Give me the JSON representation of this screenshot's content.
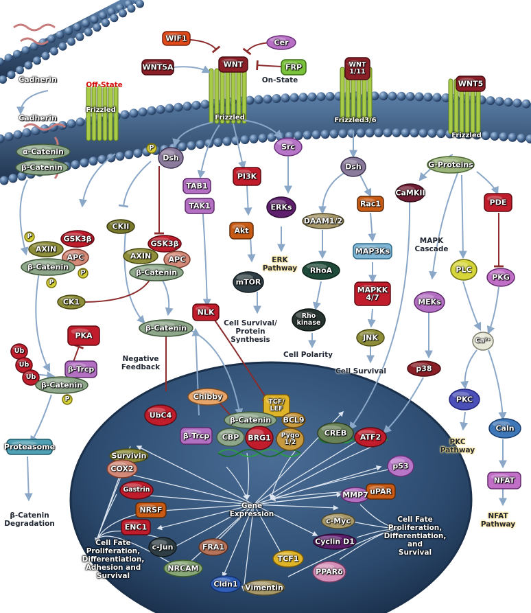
{
  "diagram": {
    "proteins": {
      "wif1": "WIF1",
      "cer": "Cer",
      "wnt5a": "WNT5A",
      "wnt": "WNT",
      "frp": "FRP",
      "wnt1_11": "WNT\n1/11",
      "wnt5": "WNT5",
      "dsh_left": "Dsh",
      "dsh_right": "Dsh",
      "p_dsh": "P",
      "alpha_catenin": "α-Catenin",
      "beta_catenin_membrane": "β-Catenin",
      "cadherin_top": "Cadherin",
      "cadherin_mid": "Cadherin",
      "src": "Src",
      "g_proteins": "G-Proteins",
      "tab1": "TAB1",
      "tak1": "TAK1",
      "pi3k": "PI3K",
      "erks": "ERKs",
      "camkii": "CaMKII",
      "pde": "PDE",
      "ckii": "CKII",
      "gsk3b_left": "GSK3β",
      "axin_left": "AXIN",
      "apc_left": "APC",
      "p1": "P",
      "p2": "P",
      "p3": "P",
      "beta_catenin_left": "β-Catenin",
      "gsk3b_mid": "GSK3β",
      "axin_mid": "AXIN",
      "apc_mid": "APC",
      "beta_catenin_mid": "β-Catenin",
      "akt": "Akt",
      "daam": "DAAM1/2",
      "rac1": "Rac1",
      "map3ks": "MAP3Ks",
      "mapkk": "MAPKK\n4/7",
      "rhoa": "RhoA",
      "rho_kinase": "Rho\nkinase",
      "jnk": "JNK",
      "mtor": "mTOR",
      "ck1": "CK1",
      "nlk": "NLK",
      "beta_catenin_free": "β-Catenin",
      "pka": "PKA",
      "ub1": "Ub",
      "ub2": "Ub",
      "ub3": "Ub",
      "btrcp_left": "β-Trcp",
      "beta_catenin_deg": "β-Catenin",
      "p_deg": "P",
      "proteasome": "Proteasome",
      "meks": "MEKs",
      "p38": "p38",
      "plc": "PLC",
      "pkg": "PKG",
      "ca2": "Ca²⁺",
      "pkc": "PKC",
      "caln": "Caln",
      "nfat": "NFAT",
      "chibby": "Chibby",
      "tcf_lef": "TCF/\nLEF",
      "beta_catenin_nuc": "β-Catenin",
      "bcl9": "BCL9",
      "ubc4": "UbC4",
      "btrcp_nuc": "β-Trcp",
      "cbp": "CBP",
      "brg1": "BRG1",
      "pygo": "Pygo\n1/2",
      "creb": "CREB",
      "atf2": "ATF2",
      "p53": "p53",
      "survivin": "Survivin",
      "cox2": "COX2",
      "gastrin": "Gastrin",
      "nrsf": "NRSF",
      "enc1": "ENC1",
      "cjun": "c-Jun",
      "nrcam": "NRCAM",
      "fra1": "FRA1",
      "cldn1": "Cldn1",
      "vimentin": "Vimentin",
      "tcf1": "TCF1",
      "ppard": "PPARδ",
      "cyclin_d1": "Cyclin D1",
      "cmyc": "c-Myc",
      "mmp7": "MMP7",
      "upar": "uPAR"
    },
    "labels": {
      "off_state": "Off-State",
      "on_state": "On-State",
      "frizzled_left": "Frizzled",
      "frizzled_center": "Frizzled",
      "frizzled_36": "Frizzled3/6",
      "frizzled_right": "Frizzled",
      "erk_pathway": "ERK\nPathway",
      "cell_survival_protein": "Cell Survival/\nProtein\nSynthesis",
      "cell_polarity": "Cell Polarity",
      "cell_survival": "Cell Survival",
      "mapk_cascade": "MAPK\nCascade",
      "negative_feedback": "Negative\nFeedback",
      "degradation": "β-Catenin\nDegradation",
      "gene_expression": "Gene\nExpression",
      "cell_fate_left": "Cell Fate\nProliferation,\nDifferentiation,\nAdhesion and\nSurvival",
      "cell_fate_right": "Cell Fate\nProliferation,\nDifferentiation,\nand\nSurvival",
      "pkc_pathway": "PKC\nPathway",
      "nfat_pathway": "NFAT\nPathway"
    },
    "colors": {
      "membrane": "#3d5f86",
      "nucleus": "#2c4a6e",
      "arrow": "#8aa7c8",
      "inhibit": "#8b2b2b",
      "frizzled": "#9bbf3a",
      "off_state": "#d40a0a"
    }
  }
}
